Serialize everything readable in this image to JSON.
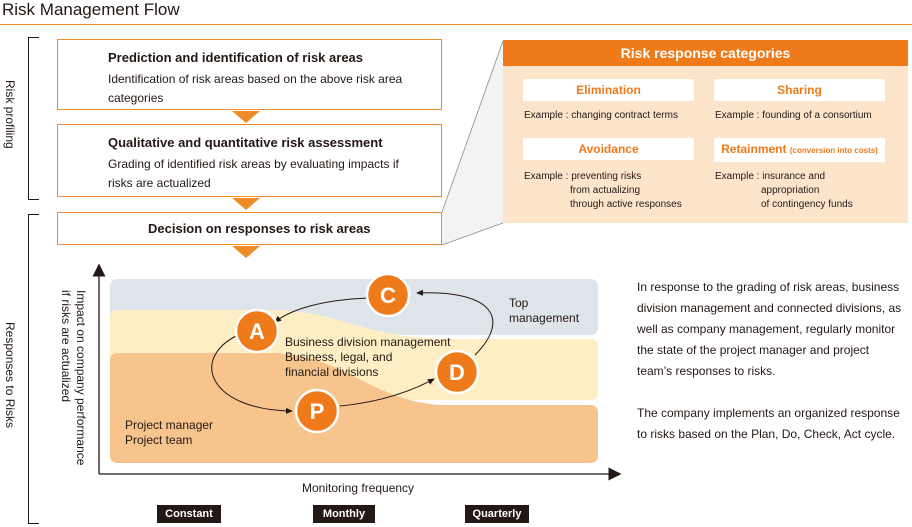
{
  "title": "Risk Management Flow",
  "side_labels": {
    "profiling": "Risk profiling",
    "responses": "Responses to Risks"
  },
  "steps": [
    {
      "heading": "Prediction and identification of risk areas",
      "text_lines": [
        "Identification of risk areas based on the above risk area",
        "categories"
      ]
    },
    {
      "heading": "Qualitative and quantitative risk assessment",
      "text_lines": [
        "Grading of identified risk areas by evaluating impacts if",
        "risks are actualized"
      ]
    },
    {
      "heading": "Decision on responses to risk areas"
    }
  ],
  "categories_panel": {
    "title": "Risk response categories",
    "items": [
      {
        "name": "Elimination",
        "example_lines": [
          "Example : changing contract terms"
        ]
      },
      {
        "name": "Sharing",
        "example_lines": [
          "Example : founding of a consortium"
        ]
      },
      {
        "name": "Avoidance",
        "example_lines": [
          "Example : preventing risks",
          "from actualizing",
          "through active responses"
        ]
      },
      {
        "name": "Retainment",
        "name_note": "(conversion into costs)",
        "example_lines": [
          "Example : insurance and",
          "appropriation",
          "of contingency funds"
        ]
      }
    ]
  },
  "diagram": {
    "y_axis_lines": [
      "Impact on company performance",
      "if risks are actualized"
    ],
    "x_axis_label": "Monitoring frequency",
    "bands": {
      "top": [
        "Top",
        "management"
      ],
      "middle": [
        "Business division management",
        "Business, legal, and",
        "financial divisions"
      ],
      "bottom": [
        "Project manager",
        "Project team"
      ]
    },
    "cycle": [
      "P",
      "D",
      "C",
      "A"
    ],
    "frequencies": [
      "Constant",
      "Monthly",
      "Quarterly"
    ],
    "colors": {
      "orange": "#ee7a1a",
      "band_top": "#dde5ea",
      "band_mid": "#fdeec4",
      "band_low": "#f6c48c"
    }
  },
  "description": {
    "p1": "In response to the grading of risk areas, business division management and connected divisions, as well as company management, regularly monitor the state of the project manager and project team’s responses to risks.",
    "p2": "The company implements an organized response to risks based on the Plan, Do, Check, Act cycle."
  }
}
